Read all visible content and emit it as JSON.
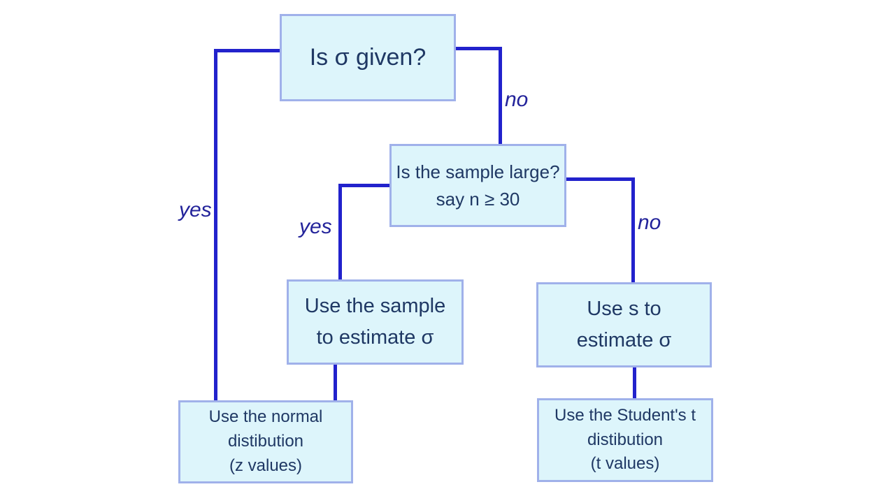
{
  "diagram": {
    "type": "flowchart",
    "nodes": [
      {
        "id": "is-sigma-given",
        "lines": [
          "Is σ given?"
        ]
      },
      {
        "id": "is-sample-large",
        "lines": [
          "Is the sample large?",
          "say n ≥  30"
        ]
      },
      {
        "id": "use-sample",
        "lines": [
          "Use the sample",
          "to estimate σ"
        ]
      },
      {
        "id": "use-s",
        "lines": [
          "Use s to",
          "estimate σ"
        ]
      },
      {
        "id": "normal-distribution",
        "lines": [
          "Use the normal",
          "distibution",
          "(z values)"
        ]
      },
      {
        "id": "student-t",
        "lines": [
          "Use the Student's t",
          "distibution",
          "(t values)"
        ]
      }
    ],
    "edge_labels": [
      {
        "id": "yes-left",
        "text": "yes"
      },
      {
        "id": "no-top",
        "text": "no"
      },
      {
        "id": "yes-mid",
        "text": "yes"
      },
      {
        "id": "no-right",
        "text": "no"
      }
    ],
    "edges": [
      {
        "from": "is-sigma-given",
        "to": "normal-distribution",
        "label": "yes"
      },
      {
        "from": "is-sigma-given",
        "to": "is-sample-large",
        "label": "no"
      },
      {
        "from": "is-sample-large",
        "to": "use-sample",
        "label": "yes"
      },
      {
        "from": "is-sample-large",
        "to": "use-s",
        "label": "no"
      },
      {
        "from": "use-sample",
        "to": "normal-distribution",
        "label": ""
      },
      {
        "from": "use-s",
        "to": "student-t",
        "label": ""
      }
    ],
    "colors": {
      "fill": "#ddf5fb",
      "border": "#a0b1ea",
      "line": "#2222cc",
      "text": "#1f3864",
      "label": "#23239a",
      "bg": "#ffffff"
    }
  }
}
